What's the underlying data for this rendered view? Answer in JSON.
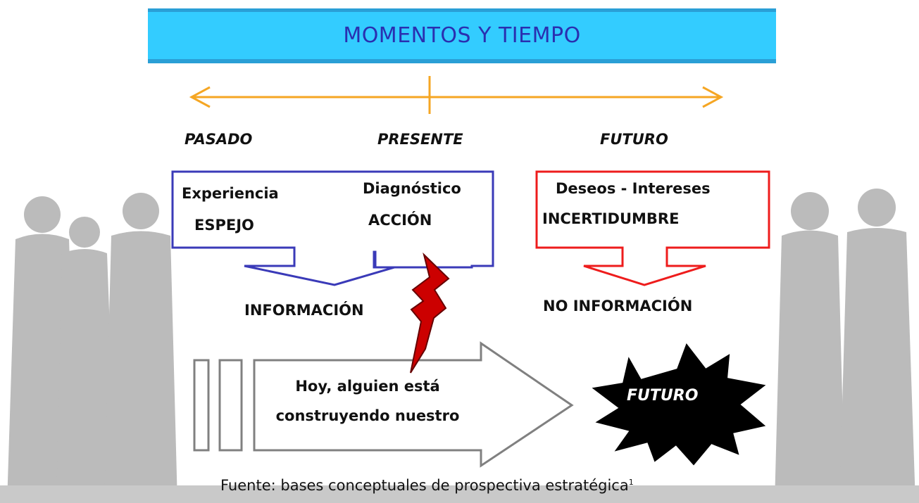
{
  "title": "MOMENTOS Y TIEMPO",
  "timeline": {
    "past": "PASADO",
    "present": "PRESENTE",
    "future": "FUTURO"
  },
  "past_box": {
    "experience": "Experiencia",
    "mirror": "ESPEJO",
    "diagnosis": "Diagnóstico",
    "action": "ACCIÓN",
    "outcome": "INFORMACIÓN"
  },
  "future_box": {
    "wishes": "Deseos - Intereses",
    "uncertainty": "INCERTIDUMBRE",
    "outcome": "NO INFORMACIÓN"
  },
  "big_arrow": {
    "line1": "Hoy, alguien está",
    "line2": "construyendo nuestro"
  },
  "star_label": "FUTURO",
  "source": {
    "text": "Fuente: bases conceptuales de prospectiva estratégica",
    "footnote": "1"
  },
  "colors": {
    "title_bar": "#33ccff",
    "title_text": "#2a2fb0",
    "timeline": "#f5a623",
    "past_box": "#3a3ab8",
    "future_box": "#ee1c1c",
    "lightning": "#cc0000",
    "big_arrow": "#808080",
    "star": "#000000",
    "silhouettes": "#a0a0a0"
  }
}
